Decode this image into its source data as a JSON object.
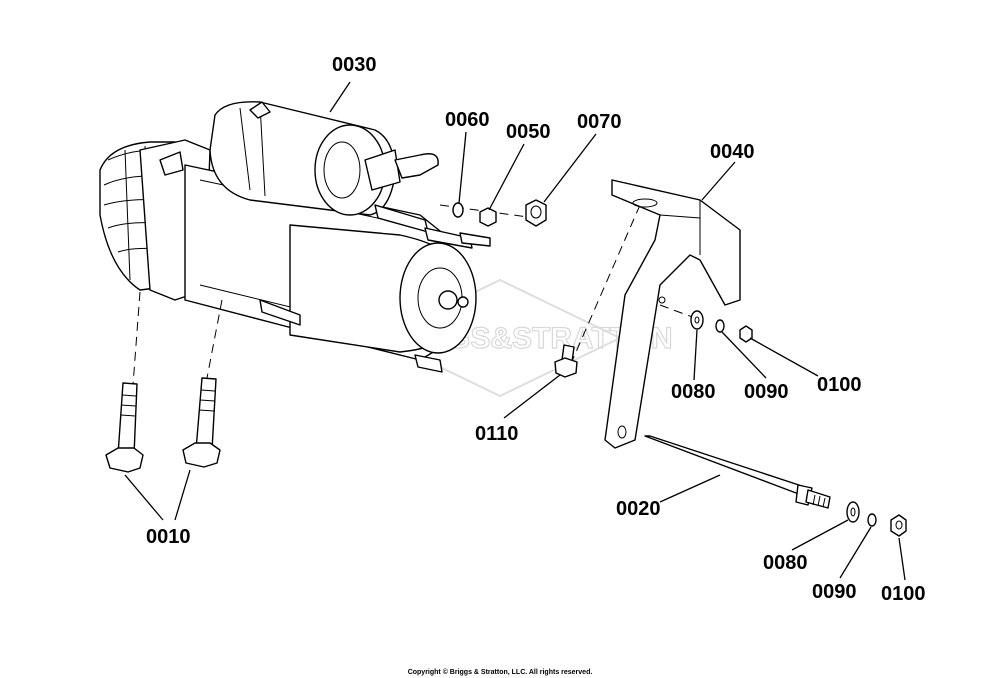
{
  "watermark": "BRIGGS&STRATTON",
  "copyright": "Copyright © Briggs & Stratton, LLC. All rights reserved.",
  "callouts": {
    "c0030": "0030",
    "c0060": "0060",
    "c0050": "0050",
    "c0070": "0070",
    "c0040": "0040",
    "c0080a": "0080",
    "c0090a": "0090",
    "c0100a": "0100",
    "c0110": "0110",
    "c0010": "0010",
    "c0020": "0020",
    "c0080b": "0080",
    "c0090b": "0090",
    "c0100b": "0100"
  }
}
